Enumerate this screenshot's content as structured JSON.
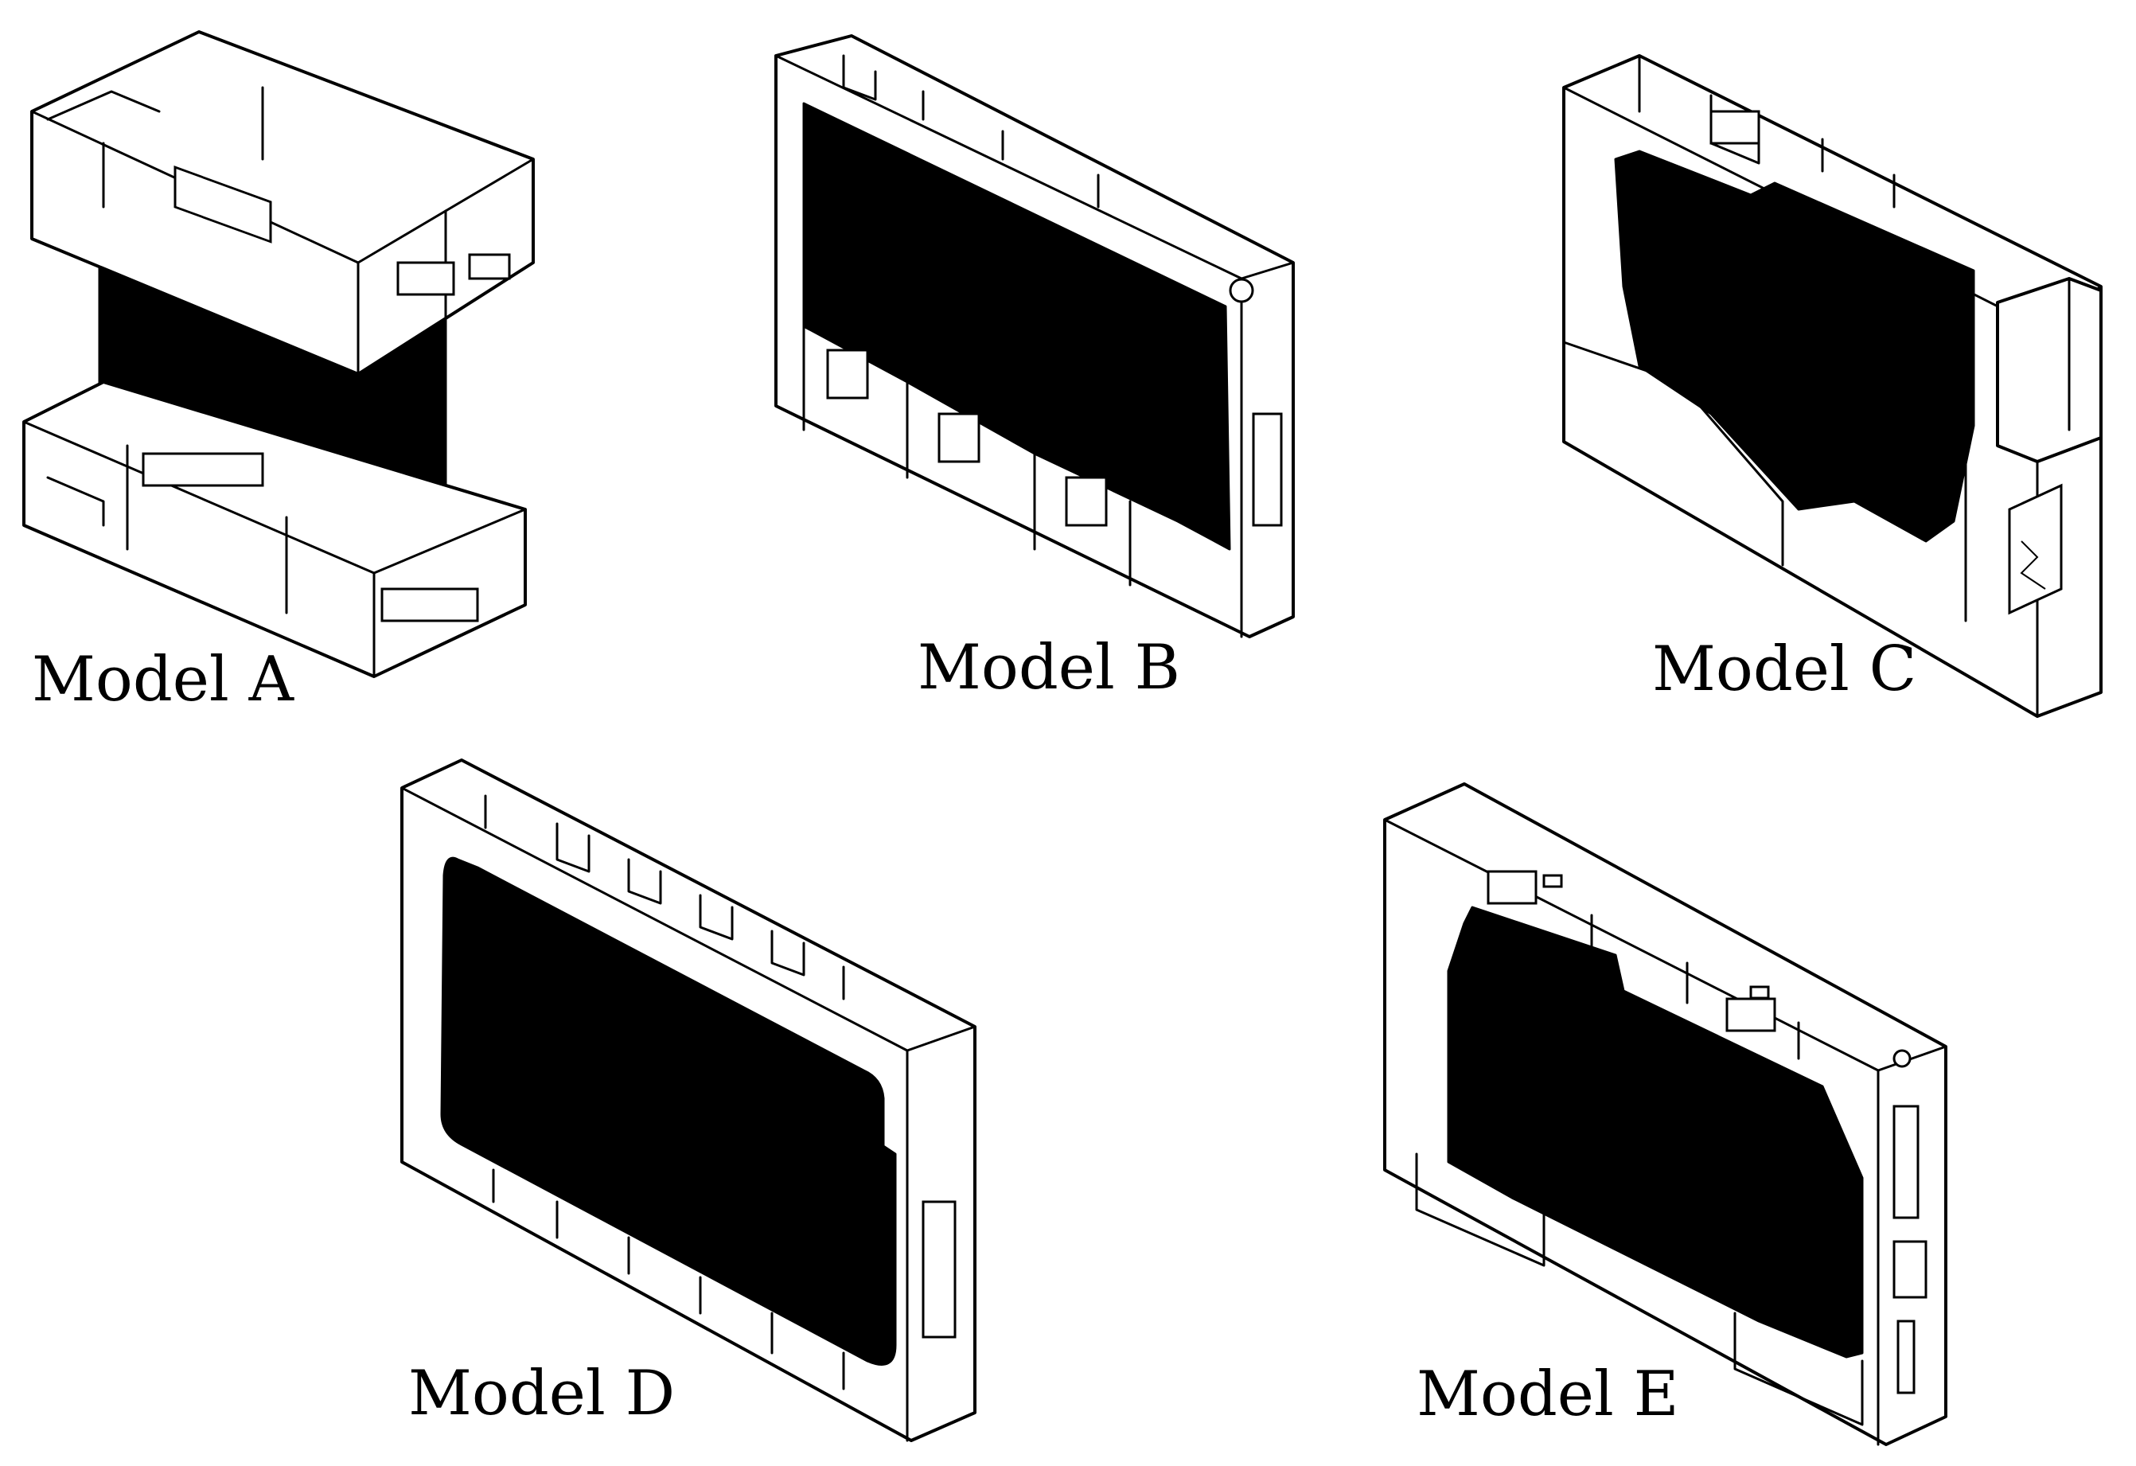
{
  "figure": {
    "models": [
      {
        "id": "A",
        "label": "Model A"
      },
      {
        "id": "B",
        "label": "Model B"
      },
      {
        "id": "C",
        "label": "Model C"
      },
      {
        "id": "D",
        "label": "Model D"
      },
      {
        "id": "E",
        "label": "Model E"
      }
    ]
  }
}
